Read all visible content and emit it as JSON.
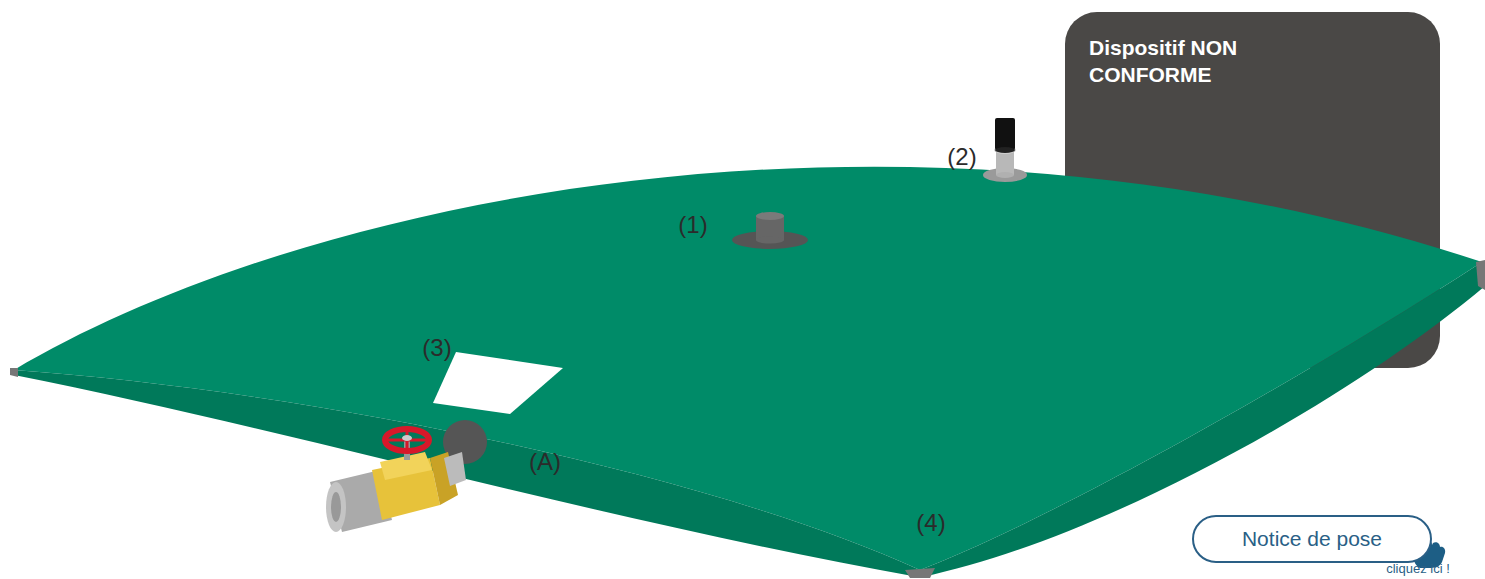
{
  "diagram": {
    "nodes": [
      {
        "text": [
          "Dispositif NON CONFORME"
        ]
      },
      {
        "text": [
          "Notice de pose"
        ]
      }
    ],
    "labels": [
      "(1)",
      "(2)",
      "(3)",
      "(A)",
      "(4)",
      "cliquez ici !"
    ]
  }
}
